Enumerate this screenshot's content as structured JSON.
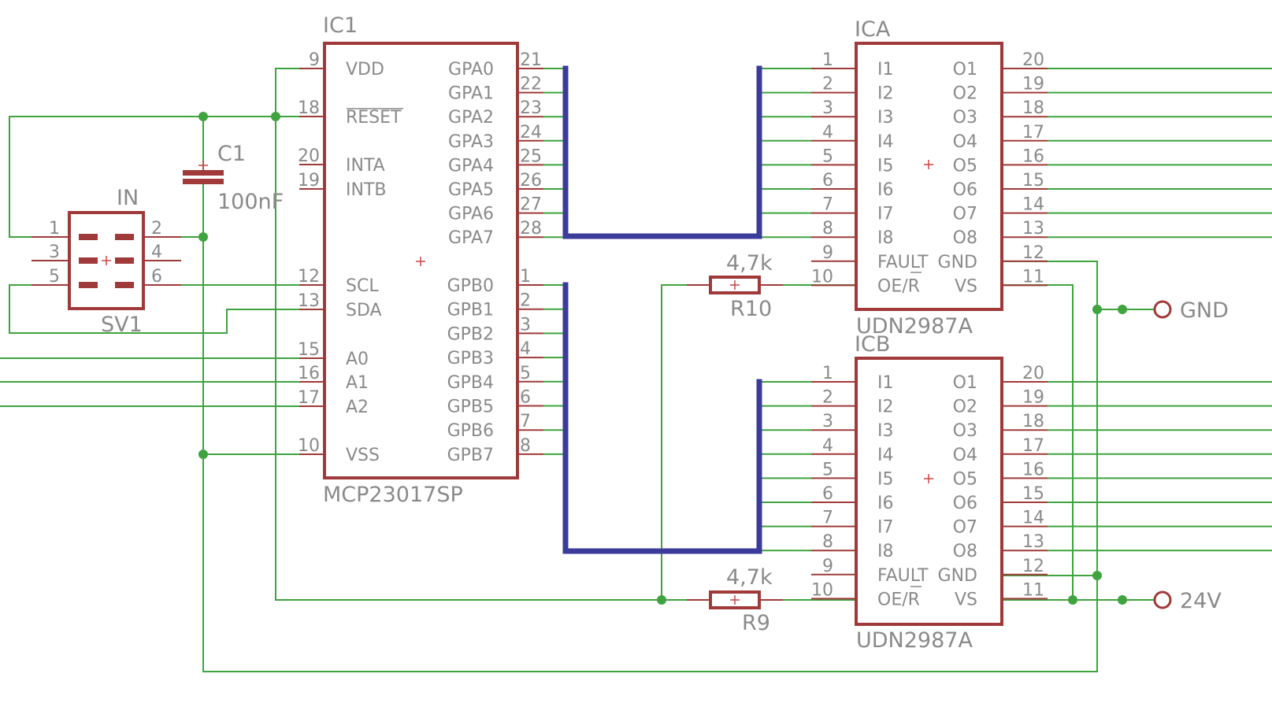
{
  "ic1": {
    "name": "IC1",
    "value": "MCP23017SP",
    "left_pins": [
      {
        "num": "9",
        "name": "VDD"
      },
      {
        "num": "18",
        "name": "RESET"
      },
      {
        "num": "20",
        "name": "INTA"
      },
      {
        "num": "19",
        "name": "INTB"
      },
      {
        "num": "12",
        "name": "SCL"
      },
      {
        "num": "13",
        "name": "SDA"
      },
      {
        "num": "15",
        "name": "A0"
      },
      {
        "num": "16",
        "name": "A1"
      },
      {
        "num": "17",
        "name": "A2"
      },
      {
        "num": "10",
        "name": "VSS"
      }
    ],
    "right_pins": [
      {
        "num": "21",
        "name": "GPA0"
      },
      {
        "num": "22",
        "name": "GPA1"
      },
      {
        "num": "23",
        "name": "GPA2"
      },
      {
        "num": "24",
        "name": "GPA3"
      },
      {
        "num": "25",
        "name": "GPA4"
      },
      {
        "num": "26",
        "name": "GPA5"
      },
      {
        "num": "27",
        "name": "GPA6"
      },
      {
        "num": "28",
        "name": "GPA7"
      },
      {
        "num": "1",
        "name": "GPB0"
      },
      {
        "num": "2",
        "name": "GPB1"
      },
      {
        "num": "3",
        "name": "GPB2"
      },
      {
        "num": "4",
        "name": "GPB3"
      },
      {
        "num": "5",
        "name": "GPB4"
      },
      {
        "num": "6",
        "name": "GPB5"
      },
      {
        "num": "7",
        "name": "GPB6"
      },
      {
        "num": "8",
        "name": "GPB7"
      }
    ]
  },
  "drivers": [
    {
      "name": "ICA",
      "value": "UDN2987A"
    },
    {
      "name": "ICB",
      "value": "UDN2987A"
    }
  ],
  "driver_pins": {
    "left": [
      {
        "num": "1",
        "name": "I1"
      },
      {
        "num": "2",
        "name": "I2"
      },
      {
        "num": "3",
        "name": "I3"
      },
      {
        "num": "4",
        "name": "I4"
      },
      {
        "num": "5",
        "name": "I5"
      },
      {
        "num": "6",
        "name": "I6"
      },
      {
        "num": "7",
        "name": "I7"
      },
      {
        "num": "8",
        "name": "I8"
      },
      {
        "num": "9",
        "name": "FAULT"
      },
      {
        "num": "10",
        "name": "OE/R"
      }
    ],
    "right": [
      {
        "num": "20",
        "name": "O1"
      },
      {
        "num": "19",
        "name": "O2"
      },
      {
        "num": "18",
        "name": "O3"
      },
      {
        "num": "17",
        "name": "O4"
      },
      {
        "num": "16",
        "name": "O5"
      },
      {
        "num": "15",
        "name": "O6"
      },
      {
        "num": "14",
        "name": "O7"
      },
      {
        "num": "13",
        "name": "O8"
      },
      {
        "num": "12",
        "name": "GND"
      },
      {
        "num": "11",
        "name": "VS"
      }
    ]
  },
  "c1": {
    "name": "C1",
    "value": "100nF"
  },
  "r10": {
    "name": "R10",
    "value": "4,7k"
  },
  "r9": {
    "name": "R9",
    "value": "4,7k"
  },
  "sv1": {
    "name": "SV1",
    "value": "IN",
    "pins_left": [
      "1",
      "3",
      "5"
    ],
    "pins_right": [
      "2",
      "4",
      "6"
    ]
  },
  "supplies": {
    "gnd": "GND",
    "v24": "24V"
  },
  "colors": {
    "wire": "#3fa33f",
    "bus": "#3b3b9b",
    "part": "#a03a3a",
    "text": "#8a8a8a"
  }
}
